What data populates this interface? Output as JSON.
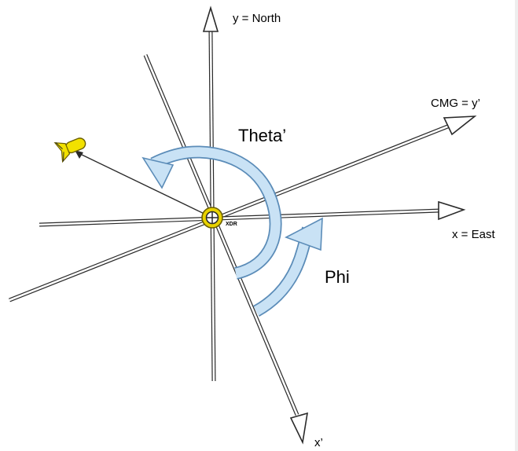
{
  "labels": {
    "y_axis": "y = North",
    "x_axis": "x = East",
    "cmg": "CMG = y’",
    "x_prime": "x’",
    "theta": "Theta’",
    "phi": "Phi",
    "center": "XDR"
  },
  "colors": {
    "arrow_fill": "#c9e2f5",
    "arrow_stroke": "#5b8cb8",
    "target_ring": "#e8d200",
    "craft_body": "#f2e100",
    "line": "#2a2a2a"
  },
  "icons": {
    "craft": "missile-icon",
    "center": "target-icon"
  }
}
